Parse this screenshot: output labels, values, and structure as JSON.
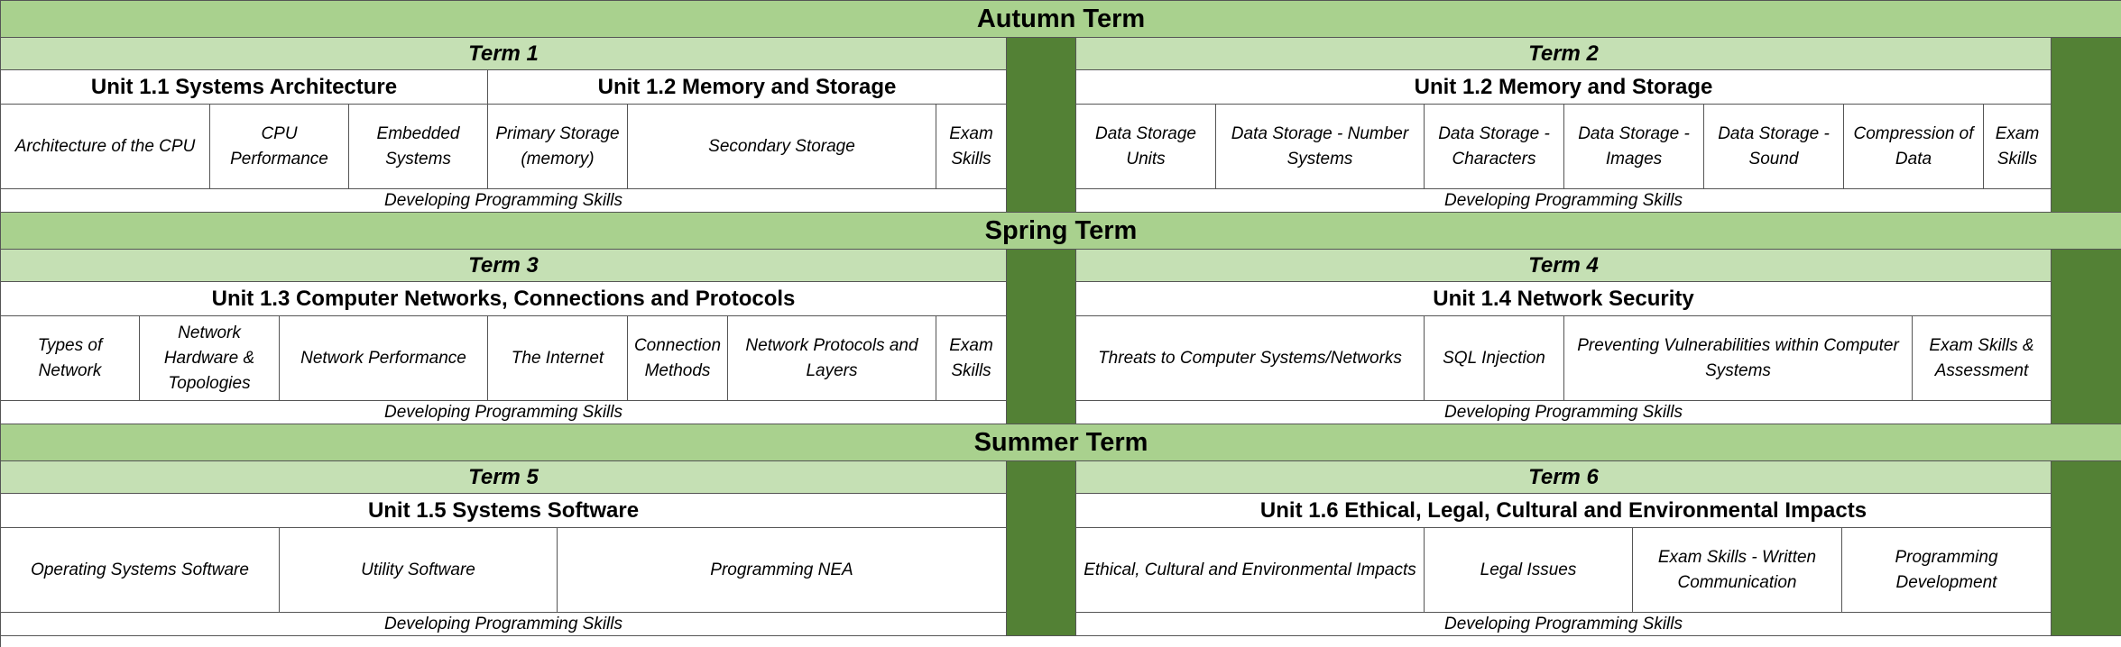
{
  "seasons": [
    {
      "title": "Autumn Term",
      "terms": [
        {
          "title": "Term 1",
          "units": [
            "Unit 1.1 Systems Architecture",
            "Unit 1.2 Memory and Storage"
          ],
          "topics": [
            "Architecture of the CPU",
            "CPU Performance",
            "Embedded Systems",
            "Primary Storage (memory)",
            "Secondary Storage",
            "Exam Skills"
          ],
          "skills": "Developing Programming Skills"
        },
        {
          "title": "Term 2",
          "units": [
            "Unit 1.2 Memory and Storage"
          ],
          "topics": [
            "Data Storage Units",
            "Data Storage - Number Systems",
            "Data Storage - Characters",
            "Data Storage - Images",
            "Data Storage - Sound",
            "Compression of Data",
            "Exam Skills"
          ],
          "skills": "Developing Programming Skills"
        }
      ]
    },
    {
      "title": "Spring Term",
      "terms": [
        {
          "title": "Term 3",
          "units": [
            "Unit 1.3 Computer Networks, Connections and Protocols"
          ],
          "topics": [
            "Types of Network",
            "Network Hardware & Topologies",
            "Network Performance",
            "The Internet",
            "Connection Methods",
            "Network Protocols and Layers",
            "Exam Skills"
          ],
          "skills": "Developing Programming Skills"
        },
        {
          "title": "Term 4",
          "units": [
            "Unit 1.4 Network Security"
          ],
          "topics": [
            "Threats to Computer Systems/Networks",
            "SQL Injection",
            "Preventing Vulnerabilities within Computer Systems",
            "Exam Skills & Assessment"
          ],
          "skills": "Developing Programming Skills"
        }
      ]
    },
    {
      "title": "Summer Term",
      "terms": [
        {
          "title": "Term 5",
          "units": [
            "Unit 1.5 Systems Software"
          ],
          "topics": [
            "Operating Systems Software",
            "Utility Software",
            "Programming NEA"
          ],
          "skills": "Developing Programming Skills"
        },
        {
          "title": "Term 6",
          "units": [
            "Unit 1.6 Ethical, Legal, Cultural and Environmental Impacts"
          ],
          "topics": [
            "Ethical, Cultural and Environmental Impacts",
            "Legal Issues",
            "Exam Skills - Written Communication",
            "Programming Development"
          ],
          "skills": "Developing Programming Skills"
        }
      ]
    }
  ]
}
